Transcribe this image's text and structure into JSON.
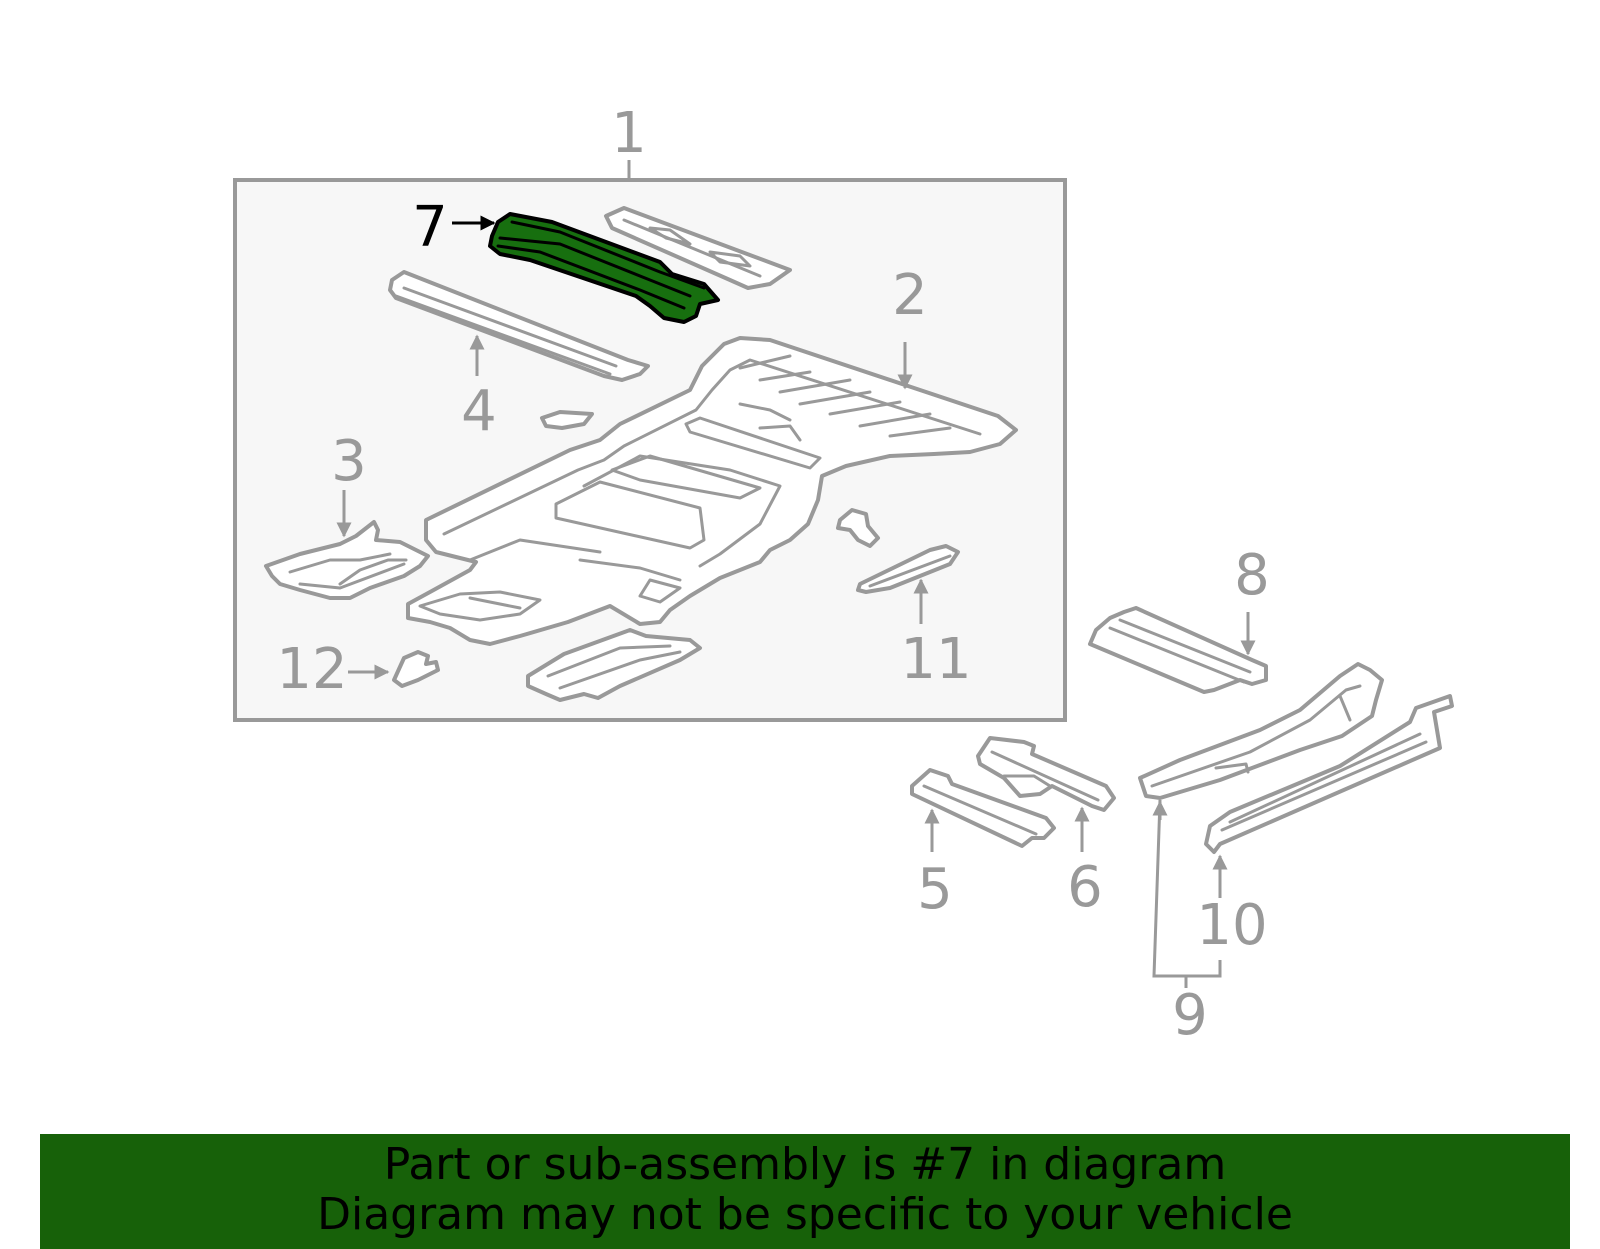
{
  "highlight_color": "#176f0f",
  "banner_color": "#176109",
  "part_outline_color": "#999999",
  "highlighted_part": "7",
  "callouts": {
    "c1": "1",
    "c2": "2",
    "c3": "3",
    "c4": "4",
    "c5": "5",
    "c6": "6",
    "c7": "7",
    "c8": "8",
    "c9": "9",
    "c10": "10",
    "c11": "11",
    "c12": "12"
  },
  "banner": {
    "line1": "Part or sub-assembly is #7 in diagram",
    "line2": "Diagram may not be specific to your vehicle"
  }
}
